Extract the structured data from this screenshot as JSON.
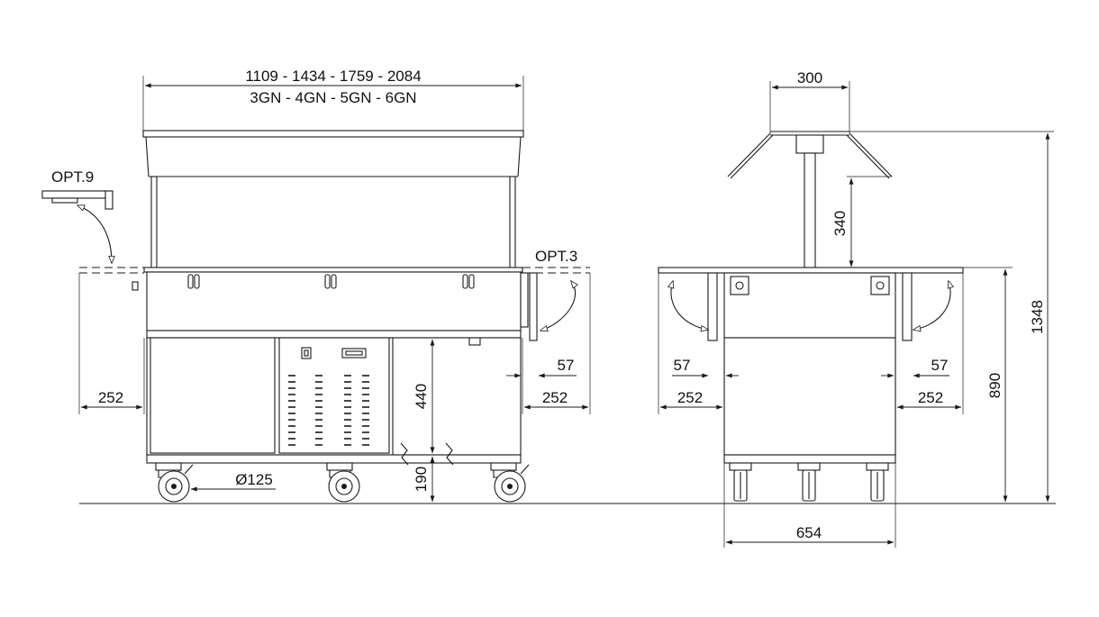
{
  "labels": {
    "top_width_sizes": "1109 - 1434 - 1759 - 2084",
    "top_width_gn": "3GN - 4GN - 5GN - 6GN",
    "opt9": "OPT.9",
    "opt3": "OPT.3",
    "left_shelf_252": "252",
    "right_shelf_252": "252",
    "right_shelf_57": "57",
    "cabinet_height_440": "440",
    "wheel_height_190": "190",
    "wheel_diameter": "Ø125",
    "canopy_300": "300",
    "canopy_340": "340",
    "side_left_57": "57",
    "side_right_57": "57",
    "side_left_252": "252",
    "side_right_252": "252",
    "side_depth_654": "654",
    "side_height_890": "890",
    "side_height_1348": "1348"
  }
}
